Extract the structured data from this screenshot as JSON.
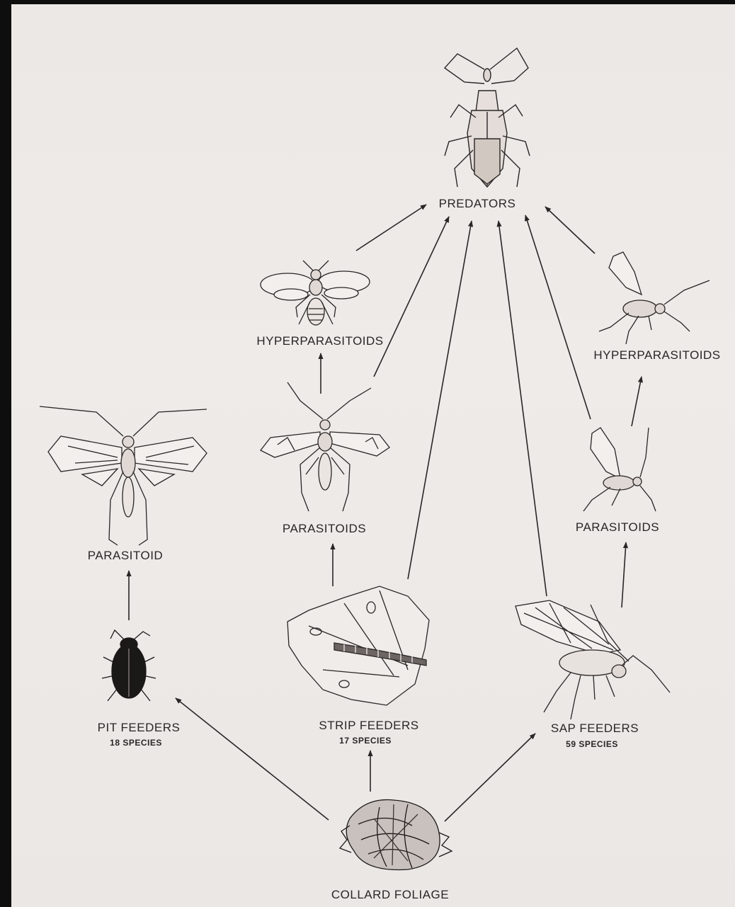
{
  "labels": {
    "predators": "PREDATORS",
    "hyperparasitoids_left": "HYPERPARASITOIDS",
    "hyperparasitoids_right": "HYPERPARASITOIDS",
    "parasitoid_left": "PARASITOID",
    "parasitoids_center": "PARASITOIDS",
    "parasitoids_right": "PARASITOIDS",
    "pit_feeders": "PIT  FEEDERS",
    "pit_feeders_species": "18  SPECIES",
    "strip_feeders": "STRIP  FEEDERS",
    "strip_feeders_species": "17  SPECIES",
    "sap_feeders": "SAP  FEEDERS",
    "sap_feeders_species": "59  SPECIES",
    "collard_foliage": "COLLARD  FOLIAGE"
  },
  "illustrations": [
    "predator-bug-icon",
    "hyperparasitoid-wasp-icon",
    "parasitoid-wasp-icon",
    "flea-beetle-icon",
    "caterpillar-on-leaf-icon",
    "aphid-icon",
    "collard-plant-icon"
  ],
  "colors": {
    "ink": "#2a2626",
    "paper": "#ece8e6",
    "frame": "#0e0e0e"
  }
}
